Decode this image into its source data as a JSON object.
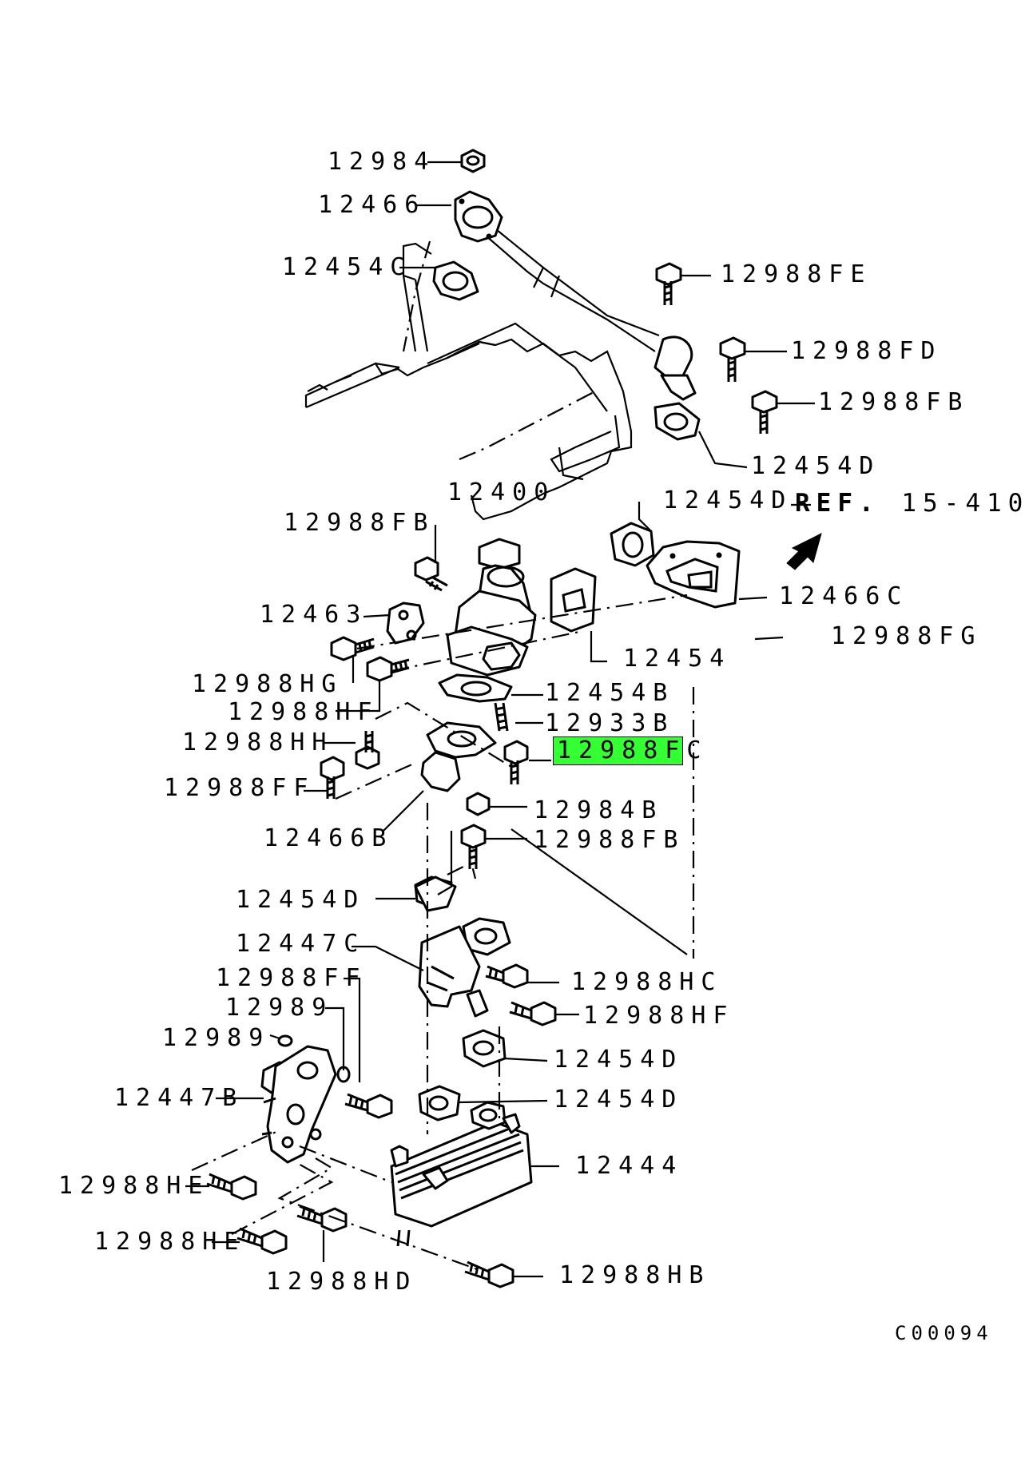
{
  "labels": {
    "p12984": "12984",
    "p12466": "12466",
    "p12454c": "12454C",
    "p12988fe": "12988FE",
    "p12988fd": "12988FD",
    "p12988fb_a": "12988FB",
    "p12454d_a": "12454D",
    "p12400": "12400",
    "p12454d_b": "12454D",
    "p12988fb_b": "12988FB",
    "p12466c": "12466C",
    "p12463": "12463",
    "p12988fg": "12988FG",
    "p12454": "12454",
    "p12988hg": "12988HG",
    "p12988hf_a": "12988HF",
    "p12454b": "12454B",
    "p12933b": "12933B",
    "p12988hh": "12988HH",
    "p12988fc": "12988FC",
    "p12988ff_a": "12988FF",
    "p12984b": "12984B",
    "p12466b": "12466B",
    "p12988fb_c": "12988FB",
    "p12454d_c": "12454D",
    "p12447c": "12447C",
    "p12988ff_b": "12988FF",
    "p12988hc": "12988HC",
    "p12989_a": "12989",
    "p12988hf_b": "12988HF",
    "p12989_b": "12989",
    "p12454d_d": "12454D",
    "p12447b": "12447B",
    "p12454d_e": "12454D",
    "p12444": "12444",
    "p12988he_a": "12988HE",
    "p12988he_b": "12988HE",
    "p12988hb": "12988HB",
    "p12988hd": "12988HD"
  },
  "reference": {
    "prefix": "REF.",
    "value": "15-410"
  },
  "diagram_code": "C00094",
  "highlight": {
    "part": "12988FC",
    "color": "#33ff33"
  }
}
